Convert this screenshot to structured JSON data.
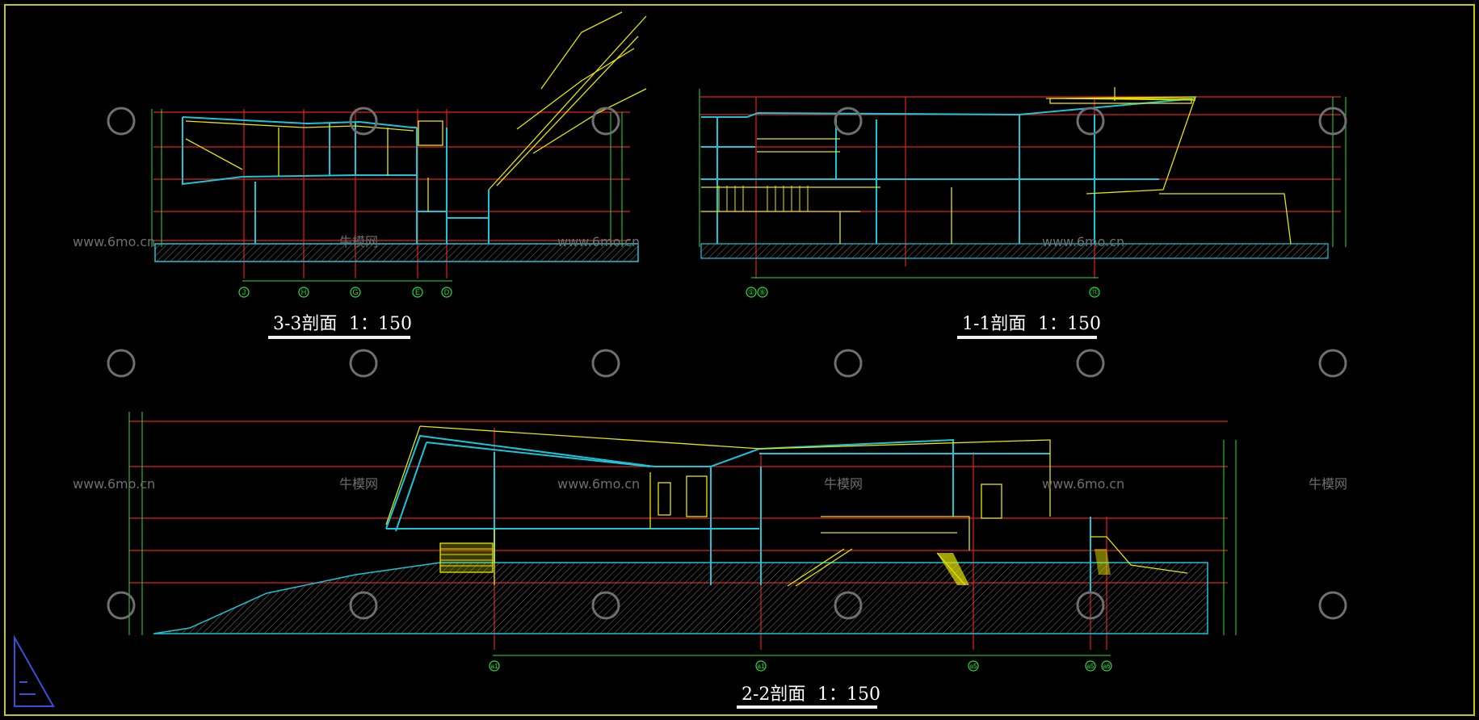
{
  "drawing": {
    "background": "#000000",
    "frame_color": "#c8c800",
    "colors": {
      "cyan": "#19c6d9",
      "yellow": "#e6e600",
      "red": "#e21f1f",
      "green": "#29e03a",
      "white": "#f0f0f0",
      "gray": "#8c8c8c"
    }
  },
  "sections": {
    "s33": {
      "title": "3-3剖面",
      "scale": "1：150"
    },
    "s11": {
      "title": "1-1剖面",
      "scale": "1：150"
    },
    "s22": {
      "title": "2-2剖面",
      "scale": "1：150"
    }
  },
  "axis_labels": {
    "s33": [
      "J",
      "H",
      "G",
      "E",
      "D"
    ],
    "s11": [
      "①",
      "⑥",
      "⑪"
    ],
    "s22": [
      "a1",
      "a1",
      "a5",
      "a5",
      "a6"
    ]
  },
  "watermarks": {
    "site": "www.6mo.cn",
    "brand": "牛模网"
  },
  "north_icon": "triangle-scale-icon"
}
